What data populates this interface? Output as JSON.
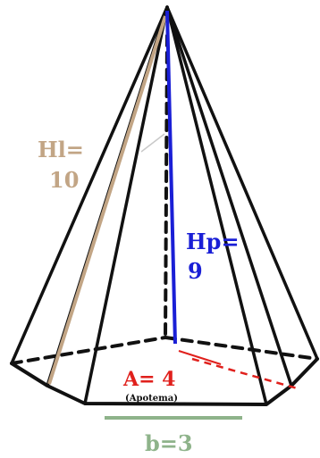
{
  "labels": {
    "slant_height_name": "Hl=",
    "slant_height_value": "10",
    "pyramid_height_name": "Hp=",
    "pyramid_height_value": "9",
    "apothem_name": "A= 4",
    "apothem_note": "(Apotema)",
    "base_side_label": "b=3"
  },
  "colors": {
    "edges": "#111111",
    "slant_height": "#c2a585",
    "pyramid_height": "#1a1fd6",
    "apothem": "#e0201c",
    "base_side": "#8eb38a"
  }
}
